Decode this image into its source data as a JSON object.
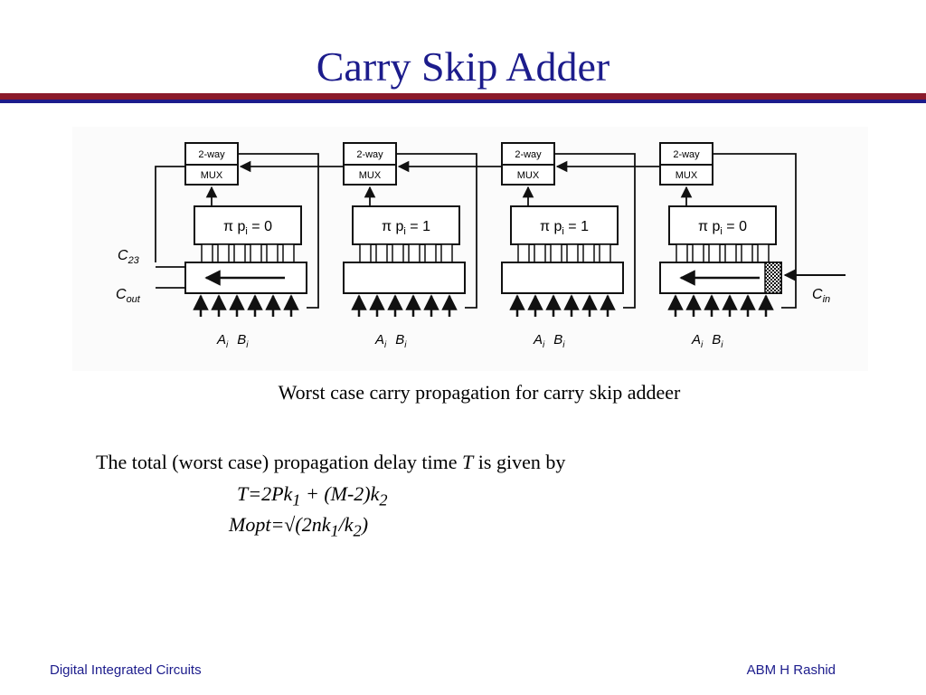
{
  "slide": {
    "title": "Carry Skip Adder",
    "caption": "Worst case carry propagation for carry skip addeer",
    "body": {
      "line1_pre": "The total (worst case) propagation delay time ",
      "line1_var": "T",
      "line1_post": " is given by",
      "eq1_a": "T=2Pk",
      "eq1_sub1": "1",
      "eq1_b": " + (M-2)k",
      "eq1_sub2": "2",
      "eq2_a": "Mopt=",
      "eq2_sqrt": "√",
      "eq2_b": "(2nk",
      "eq2_sub1": "1",
      "eq2_c": "/k",
      "eq2_sub2": "2",
      "eq2_d": ")"
    }
  },
  "diagram": {
    "blocks": [
      {
        "mux_line1": "2-way",
        "mux_line2": "MUX",
        "pi_pre": "π p",
        "pi_sub": "i",
        "pi_post": " = 0",
        "operand_a": "A",
        "operand_a_sub": "i",
        "operand_b": "B",
        "operand_b_sub": "i"
      },
      {
        "mux_line1": "2-way",
        "mux_line2": "MUX",
        "pi_pre": "π p",
        "pi_sub": "i",
        "pi_post": " = 1",
        "operand_a": "A",
        "operand_a_sub": "i",
        "operand_b": "B",
        "operand_b_sub": "i"
      },
      {
        "mux_line1": "2-way",
        "mux_line2": "MUX",
        "pi_pre": "π p",
        "pi_sub": "i",
        "pi_post": " = 1",
        "operand_a": "A",
        "operand_a_sub": "i",
        "operand_b": "B",
        "operand_b_sub": "i"
      },
      {
        "mux_line1": "2-way",
        "mux_line2": "MUX",
        "pi_pre": "π p",
        "pi_sub": "i",
        "pi_post": " = 0",
        "operand_a": "A",
        "operand_a_sub": "i",
        "operand_b": "B",
        "operand_b_sub": "i"
      }
    ],
    "labels": {
      "c23": "C",
      "c23_sub": "23",
      "cout": "C",
      "cout_sub": "out",
      "cin": "C",
      "cin_sub": "in"
    }
  },
  "footer": {
    "left": "Digital Integrated Circuits",
    "right": "ABM H Rashid"
  }
}
